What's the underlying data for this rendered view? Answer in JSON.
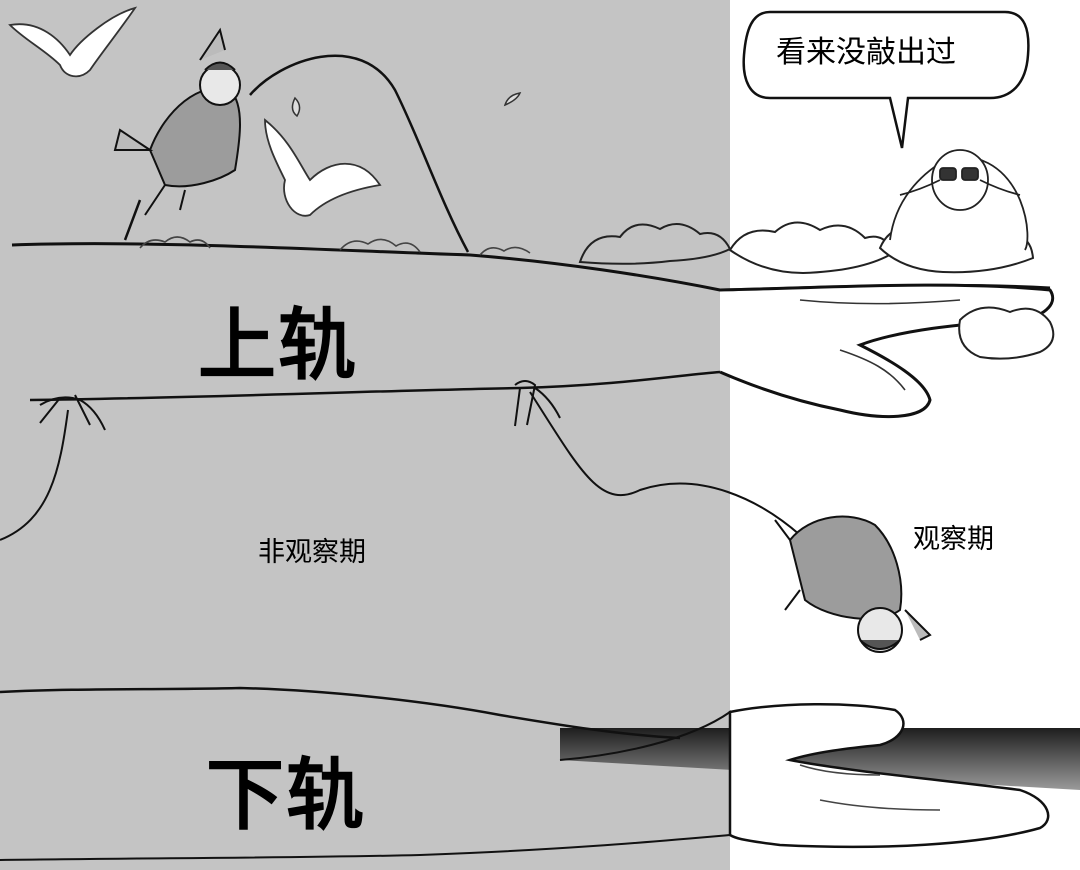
{
  "bubble": {
    "text": "看来没敲出过"
  },
  "labels": {
    "upper_rail": "上轨",
    "lower_rail": "下轨",
    "non_observation": "非观察期",
    "observation": "观察期"
  },
  "colors": {
    "panel_gray": "#c4c4c4",
    "ink": "#111111",
    "paper": "#ffffff",
    "dark_band": "#3a3a3a"
  },
  "icons": [
    "dove-icon",
    "monkey-king-figure",
    "observer-with-binoculars",
    "cloud-icon",
    "hand-icon",
    "rope-knot-icon",
    "leaf-icon"
  ]
}
